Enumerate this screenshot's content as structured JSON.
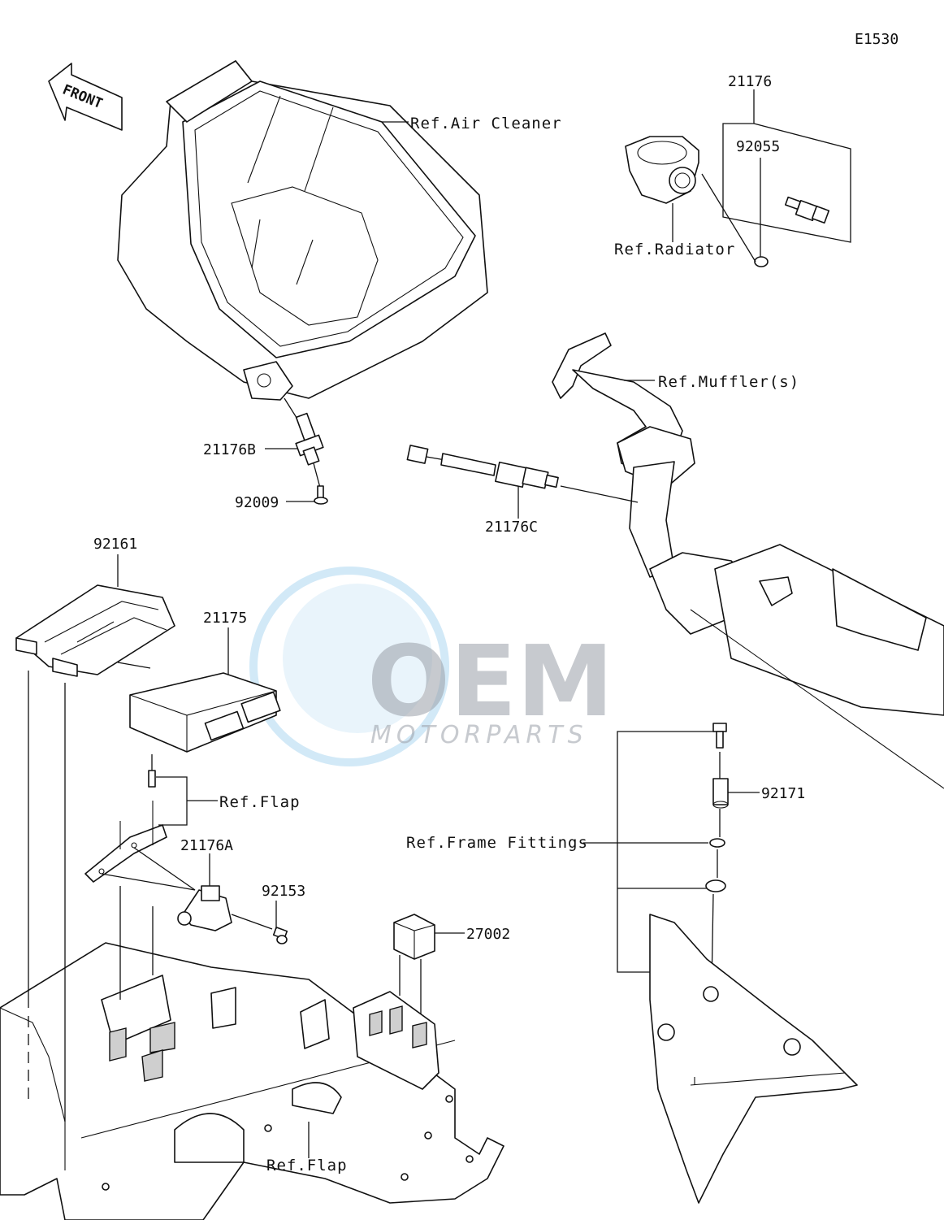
{
  "diagram_code": "E1530",
  "front_arrow": {
    "text": "FRONT"
  },
  "watermark": {
    "brand": "OEM",
    "subtitle": "MOTORPARTS",
    "color": "#4aa8e0"
  },
  "parts": {
    "p21176": "21176",
    "p92055": "92055",
    "p21176B": "21176B",
    "p92009": "92009",
    "p21176C": "21176C",
    "p92161": "92161",
    "p21175": "21175",
    "p21176A": "21176A",
    "p92153": "92153",
    "p27002": "27002",
    "p92171": "92171"
  },
  "refs": {
    "air_cleaner": "Ref.Air Cleaner",
    "radiator": "Ref.Radiator",
    "mufflers": "Ref.Muffler(s)",
    "flap_upper": "Ref.Flap",
    "flap_lower": "Ref.Flap",
    "frame_fittings": "Ref.Frame Fittings"
  }
}
